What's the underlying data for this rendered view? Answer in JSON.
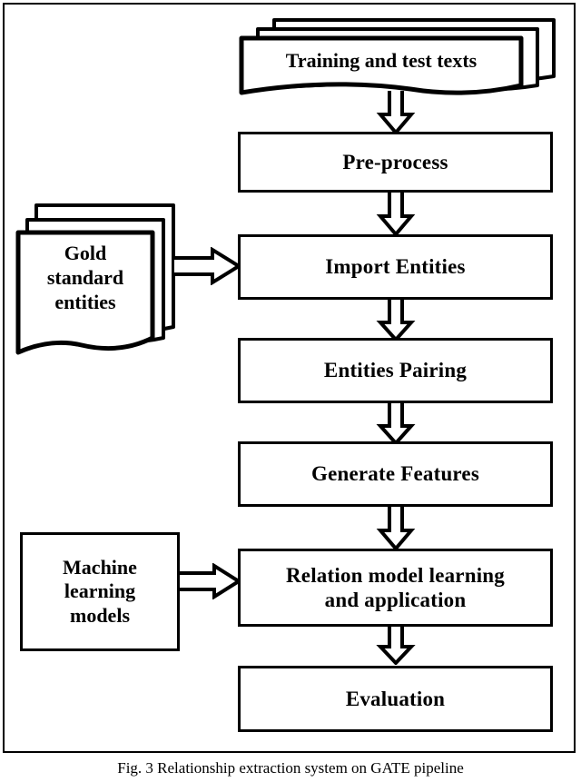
{
  "figure": {
    "caption": "Fig. 3 Relationship extraction system on GATE pipeline",
    "border_color": "#000000",
    "background": "#ffffff"
  },
  "diagram": {
    "type": "flowchart",
    "pipeline_nodes": [
      {
        "id": "training-and-test-texts",
        "label": "Training and test texts",
        "shape": "multi-document"
      },
      {
        "id": "pre-process",
        "label": "Pre-process",
        "shape": "rectangle"
      },
      {
        "id": "import-entities",
        "label": "Import Entities",
        "shape": "rectangle"
      },
      {
        "id": "entities-pairing",
        "label": "Entities Pairing",
        "shape": "rectangle"
      },
      {
        "id": "generate-features",
        "label": "Generate Features",
        "shape": "rectangle"
      },
      {
        "id": "relation-model-learning-and-application",
        "label": "Relation model learning and application",
        "line1": "Relation model learning",
        "line2": "and application",
        "shape": "rectangle"
      },
      {
        "id": "evaluation",
        "label": "Evaluation",
        "shape": "rectangle"
      }
    ],
    "input_nodes": [
      {
        "id": "gold-standard-entities",
        "label": "Gold standard entities",
        "line1": "Gold",
        "line2": "standard",
        "line3": "entities",
        "shape": "multi-document",
        "target": "import-entities"
      },
      {
        "id": "machine-learning-models",
        "label": "Machine learning models",
        "line1": "Machine",
        "line2": "learning",
        "line3": "models",
        "shape": "rectangle",
        "target": "relation-model-learning-and-application"
      }
    ],
    "connectors": [
      {
        "from": "training-and-test-texts",
        "to": "pre-process",
        "direction": "down",
        "style": "hollow-block-arrow"
      },
      {
        "from": "pre-process",
        "to": "import-entities",
        "direction": "down",
        "style": "hollow-block-arrow"
      },
      {
        "from": "import-entities",
        "to": "entities-pairing",
        "direction": "down",
        "style": "hollow-block-arrow"
      },
      {
        "from": "entities-pairing",
        "to": "generate-features",
        "direction": "down",
        "style": "hollow-block-arrow"
      },
      {
        "from": "generate-features",
        "to": "relation-model-learning-and-application",
        "direction": "down",
        "style": "hollow-block-arrow"
      },
      {
        "from": "relation-model-learning-and-application",
        "to": "evaluation",
        "direction": "down",
        "style": "hollow-block-arrow"
      },
      {
        "from": "gold-standard-entities",
        "to": "import-entities",
        "direction": "right",
        "style": "hollow-block-arrow"
      },
      {
        "from": "machine-learning-models",
        "to": "relation-model-learning-and-application",
        "direction": "right",
        "style": "hollow-block-arrow"
      }
    ]
  }
}
